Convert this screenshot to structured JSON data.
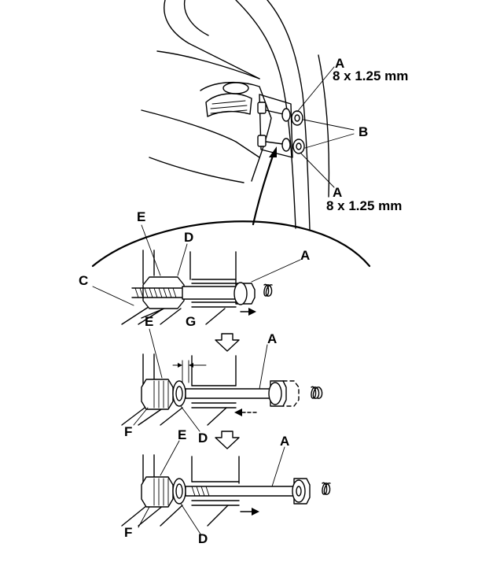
{
  "callouts": {
    "a": "A",
    "b": "B",
    "c": "C",
    "d": "D",
    "e": "E",
    "f": "F",
    "g": "G"
  },
  "specs": {
    "bolt_size_top": "8 x 1.25 mm",
    "bolt_size_bottom": "8 x 1.25 mm"
  }
}
